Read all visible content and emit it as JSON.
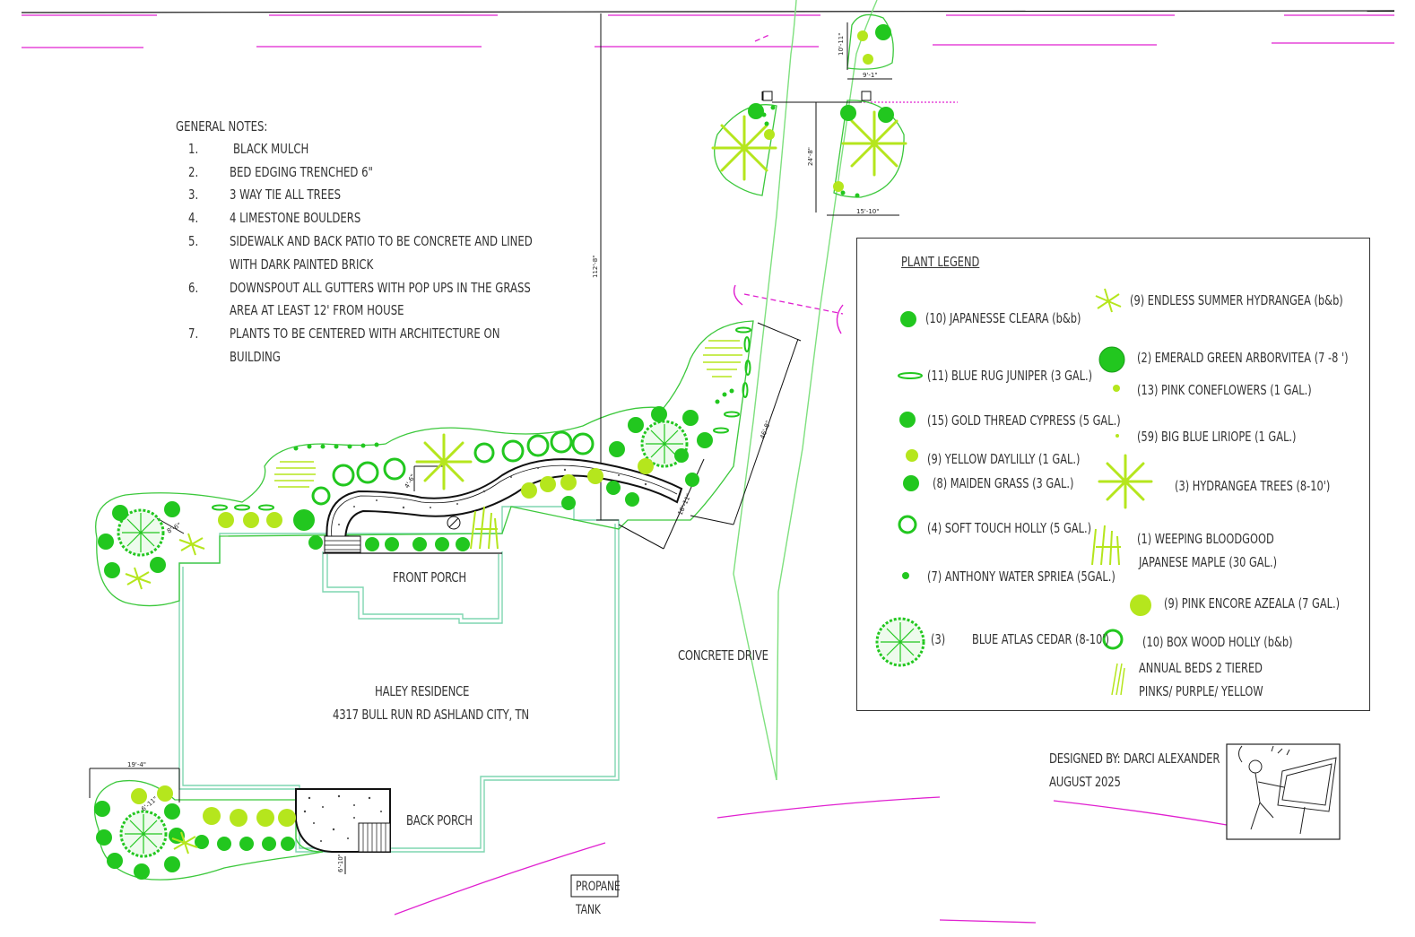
{
  "general_notes": {
    "title": "GENERAL NOTES:",
    "items": [
      {
        "num": "1.",
        "text": "BLACK MULCH"
      },
      {
        "num": "2.",
        "text": "BED EDGING TRENCHED 6\""
      },
      {
        "num": "3.",
        "text": "3 WAY TIE ALL TREES"
      },
      {
        "num": "4.",
        "text": "4 LIMESTONE BOULDERS"
      },
      {
        "num": "5.",
        "text": "SIDEWALK AND BACK PATIO TO BE CONCRETE AND LINED",
        "cont": "WITH DARK PAINTED BRICK"
      },
      {
        "num": "6.",
        "text": "DOWNSPOUT ALL GUTTERS WITH POP UPS IN THE GRASS",
        "cont": "AREA AT LEAST 12' FROM HOUSE"
      },
      {
        "num": "7.",
        "text": "PLANTS TO BE CENTERED WITH ARCHITECTURE ON",
        "cont": "BUILDING"
      }
    ]
  },
  "legend": {
    "title": "PLANT LEGEND",
    "entries": [
      {
        "label": "(9) ENDLESS SUMMER HYDRANGEA (b&b)",
        "icon": "hydrangea-icon"
      },
      {
        "label": "(10) JAPANESSE CLEARA (b&b)",
        "icon": "cleara-icon"
      },
      {
        "label": "(2) EMERALD GREEN ARBORVITEA (7 -8 ')",
        "icon": "arborvitae-icon"
      },
      {
        "label": "(11) BLUE RUG JUNIPER (3 GAL.)",
        "icon": "juniper-icon"
      },
      {
        "label": "(13) PINK CONEFLOWERS (1 GAL.)",
        "icon": "coneflower-icon"
      },
      {
        "label": "(15) GOLD THREAD CYPRESS (5 GAL.)",
        "icon": "cypress-icon"
      },
      {
        "label": "(59) BIG BLUE LIRIOPE (1 GAL.)",
        "icon": "liriope-icon"
      },
      {
        "label": "(9) YELLOW DAYLILLY (1 GAL.)",
        "icon": "daylily-icon"
      },
      {
        "label": "(8) MAIDEN GRASS (3 GAL.)",
        "icon": "maiden-grass-icon"
      },
      {
        "label": "(3) HYDRANGEA TREES (8-10')",
        "icon": "hydrangea-tree-icon"
      },
      {
        "label": "(4) SOFT TOUCH HOLLY (5 GAL.)",
        "icon": "holly-icon"
      },
      {
        "label": "(1) WEEPING BLOODGOOD",
        "cont": "JAPANESE MAPLE (30 GAL.)",
        "icon": "maple-icon"
      },
      {
        "label": "(7) ANTHONY WATER SPRIEA (5GAL.)",
        "icon": "spirea-icon"
      },
      {
        "label": "(9) PINK ENCORE  AZEALA (7 GAL.)",
        "icon": "azalea-icon"
      },
      {
        "label": "(3)",
        "name": "BLUE ATLAS CEDAR (8-10')",
        "icon": "cedar-icon"
      },
      {
        "label": "(10) BOX WOOD HOLLY (b&b)",
        "icon": "boxwood-icon"
      },
      {
        "label": "ANNUAL BEDS 2 TIERED",
        "cont": "PINKS/  PURPLE/  YELLOW",
        "icon": "annual-bed-icon"
      }
    ]
  },
  "site": {
    "front_porch": "FRONT PORCH",
    "back_porch": "BACK PORCH",
    "concrete_drive": "CONCRETE DRIVE",
    "residence_name": "HALEY RESIDENCE",
    "residence_address": "4317 BULL RUN RD ASHLAND CITY, TN",
    "propane": "PROPANE",
    "tank": "TANK"
  },
  "dimensions": [
    "112'-8\"",
    "10'-11\"",
    "9'-1\"",
    "24'-8\"",
    "15'-10\"",
    "46'-8\"",
    "18'-11\"",
    "19'-4\"",
    "6'-11\"",
    "6'-10\"",
    "4'-6\"",
    "8'-6\""
  ],
  "designer": {
    "line1": "DESIGNED BY:  DARCI ALEXANDER",
    "line2": "AUGUST 2025"
  },
  "colors": {
    "plant_light": "#b5e61d",
    "plant_green": "#22c71f",
    "bed_outline": "#3cc83c",
    "house_outline": "#7fd6b0",
    "magenta": "#e020d0",
    "ink": "#222222"
  }
}
